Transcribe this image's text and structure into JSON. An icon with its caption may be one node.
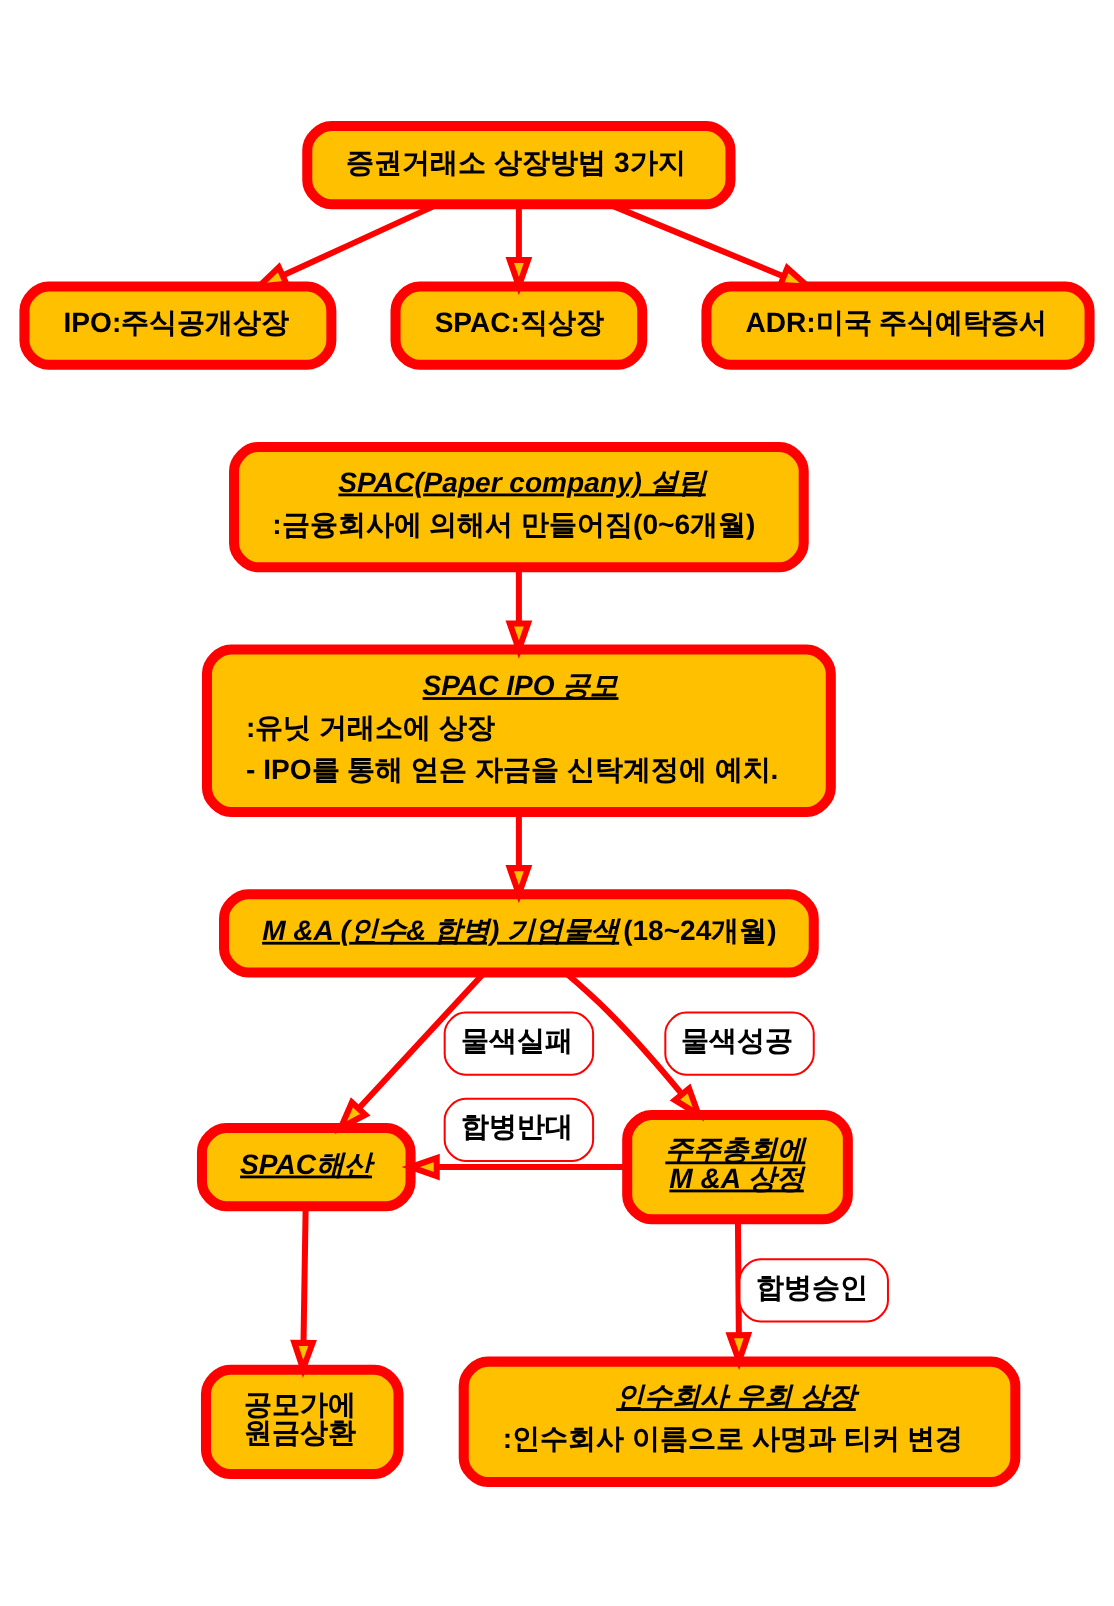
{
  "diagram": {
    "nodes": [
      {
        "text": [
          "증권거래소 상장방법 3가지"
        ]
      },
      {
        "text": [
          "IPO:주식공개상장"
        ]
      },
      {
        "text": [
          "SPAC:직상장"
        ]
      },
      {
        "text": [
          "ADR:미국 주식예탁증서"
        ]
      },
      {
        "text": [
          "SPAC(Paper company) 설립",
          ":금융회사에 의해서 만들어짐(0~6개월)"
        ]
      },
      {
        "text": [
          "SPAC IPO 공모",
          ":유닛 거래소에 상장",
          "- IPO를 통해 얻은 자금을 신탁계정에 예치."
        ]
      },
      {
        "text": [
          "*M &A (인수& 합병) 기업물색*(18~24개월)"
        ]
      },
      {
        "text": [
          "SPAC해산"
        ]
      },
      {
        "text": [
          "주주총회에 M &A 상정"
        ]
      },
      {
        "text": [
          "공모가에 원금상환"
        ]
      },
      {
        "text": [
          "인수회사 우회 상장",
          ":인수회사 이름으로 사명과 티커 변경"
        ]
      }
    ],
    "edges": [
      {
        "from": 0,
        "to": 1,
        "arrow": "to"
      },
      {
        "from": 0,
        "to": 2,
        "arrow": "to"
      },
      {
        "from": 0,
        "to": 3,
        "arrow": "to"
      },
      {
        "from": 4,
        "to": 5,
        "arrow": "to"
      },
      {
        "from": 5,
        "to": 6,
        "arrow": "to"
      },
      {
        "from": 6,
        "to": 7,
        "arrow": "to",
        "label": "물색실패"
      },
      {
        "from": 6,
        "to": 8,
        "arrow": "to",
        "label": "물색성공"
      },
      {
        "from": 8,
        "to": 7,
        "arrow": "to",
        "label": "합병반대"
      },
      {
        "from": 7,
        "to": 9,
        "arrow": "to"
      },
      {
        "from": 8,
        "to": 10,
        "arrow": "to",
        "label": "합병승인"
      }
    ]
  }
}
